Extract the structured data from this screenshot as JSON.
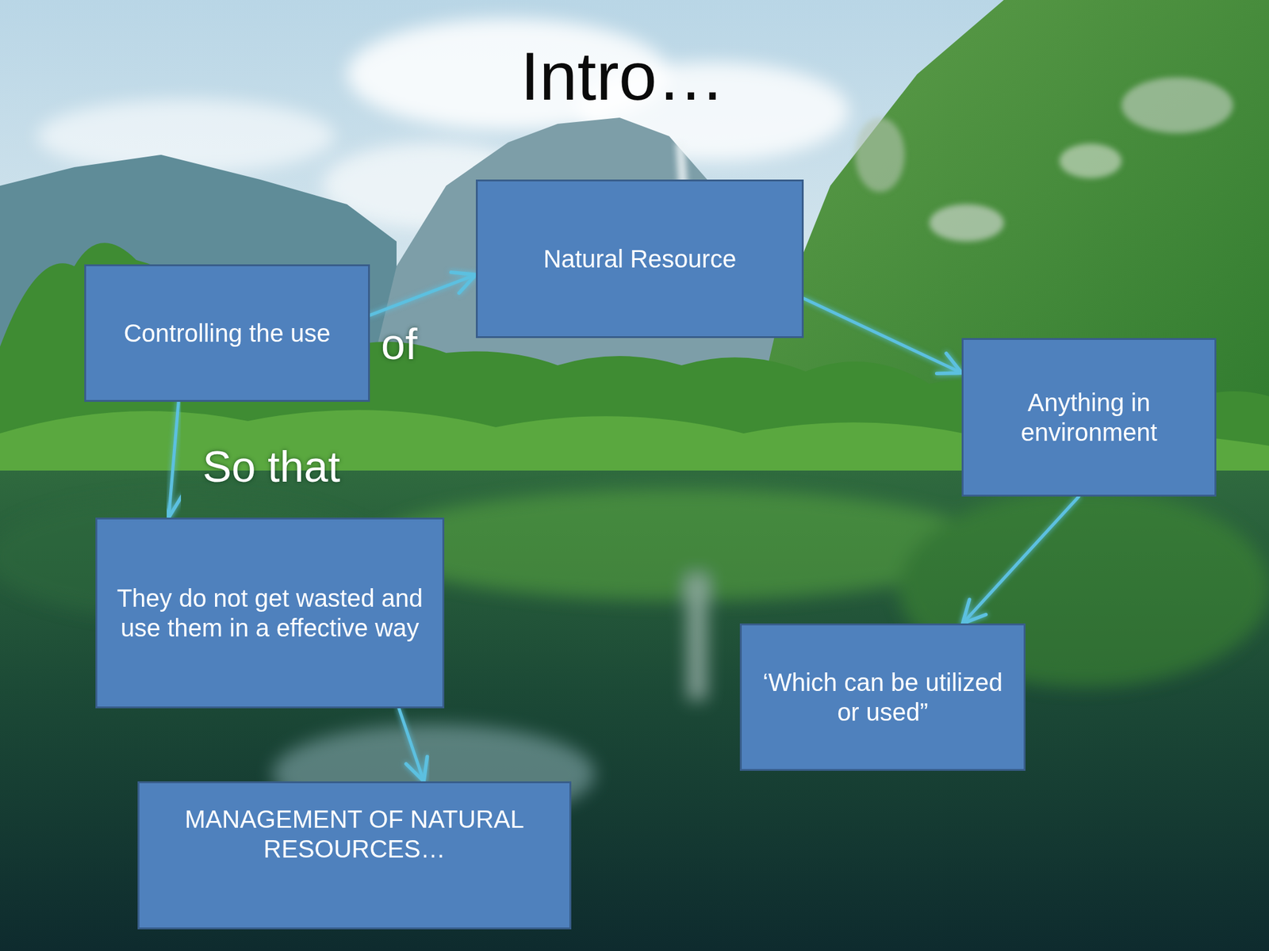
{
  "diagram": {
    "title": "Intro…",
    "nodes": [
      {
        "text": [
          "Controlling the use"
        ]
      },
      {
        "text": [
          "Natural Resource"
        ]
      },
      {
        "text": [
          "Anything in environment"
        ]
      },
      {
        "text": [
          "‘Which can be utilized or used”"
        ]
      },
      {
        "text": [
          "They do not get wasted and use them in a effective way"
        ]
      },
      {
        "text": [
          "MANAGEMENT OF NATURAL RESOURCES…"
        ]
      }
    ],
    "edges": [
      {
        "from": 0,
        "to": 1,
        "label": "of",
        "arrow": "to"
      },
      {
        "from": 1,
        "to": 2,
        "arrow": "to"
      },
      {
        "from": 2,
        "to": 3,
        "arrow": "to"
      },
      {
        "from": 0,
        "to": 4,
        "label": "So that",
        "arrow": "to"
      },
      {
        "from": 4,
        "to": 5,
        "arrow": "to"
      }
    ]
  }
}
